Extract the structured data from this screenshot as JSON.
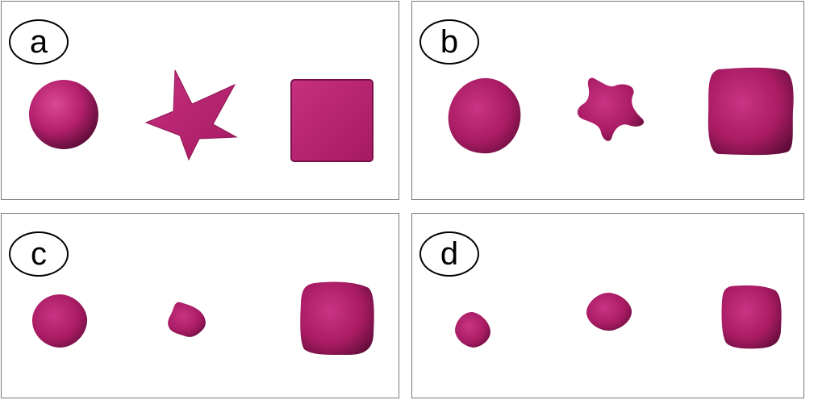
{
  "panels": [
    {
      "label": "a",
      "shapes": [
        "sphere-icon",
        "star-icon",
        "cube-icon"
      ],
      "state": "original"
    },
    {
      "label": "b",
      "shapes": [
        "sphere-icon",
        "star-icon",
        "cube-icon"
      ],
      "state": "rough"
    },
    {
      "label": "c",
      "shapes": [
        "sphere-icon",
        "star-icon",
        "cube-icon"
      ],
      "state": "shrunk"
    },
    {
      "label": "d",
      "shapes": [
        "sphere-icon",
        "star-icon",
        "cube-icon"
      ],
      "state": "more-shrunk"
    }
  ],
  "colors": {
    "shape_fill": "#b5206e",
    "shape_dark": "#6e0f42",
    "shape_light": "#d94a93",
    "panel_border": "#7a7a7a"
  }
}
